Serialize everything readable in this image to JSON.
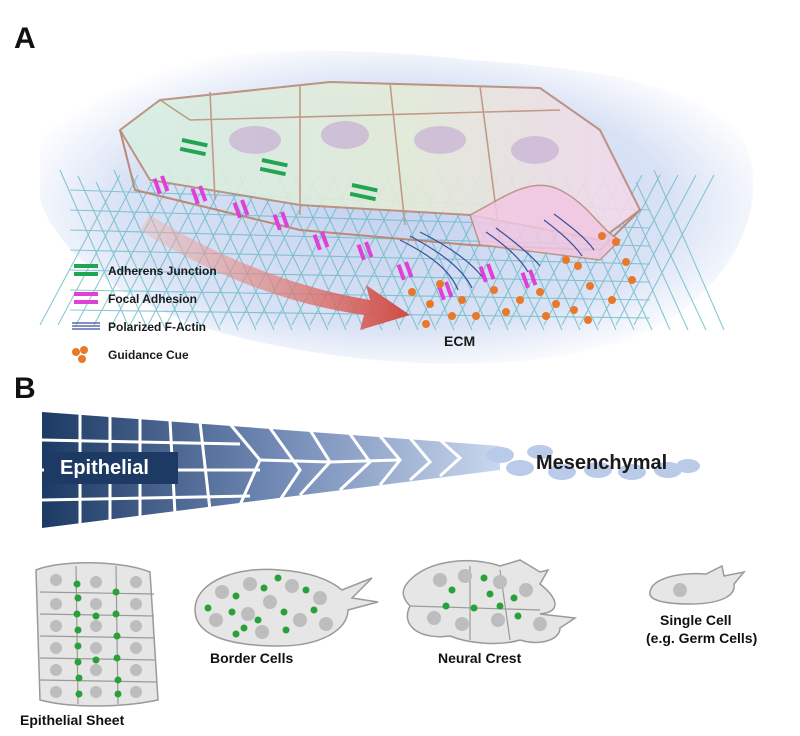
{
  "panels": {
    "a": "A",
    "b": "B"
  },
  "legend": [
    {
      "label": "Adherens Junction",
      "icon": "adherens-junction-icon",
      "color": "#22a552"
    },
    {
      "label": "Focal Adhesion",
      "icon": "focal-adhesion-icon",
      "color": "#e040d8"
    },
    {
      "label": "Polarized F-Actin",
      "icon": "f-actin-icon",
      "color": "#3a4f9a"
    },
    {
      "label": "Guidance Cue",
      "icon": "guidance-cue-icon",
      "color": "#e8792a"
    }
  ],
  "ecm_label": "ECM",
  "spectrum": {
    "left": "Epithelial",
    "right": "Mesenchymal"
  },
  "examples": {
    "sheet": "Epithelial Sheet",
    "border": "Border Cells",
    "crest": "Neural Crest",
    "single_line1": "Single Cell",
    "single_line2": "(e.g. Germ Cells)"
  },
  "colors": {
    "junction": "#22a552",
    "focal": "#e040d8",
    "cue": "#e8792a",
    "actin": "#3a4f9a",
    "arrow": "#d9534f",
    "gradient_dark": "#1c3a63",
    "gradient_light": "#b9cbe8"
  }
}
